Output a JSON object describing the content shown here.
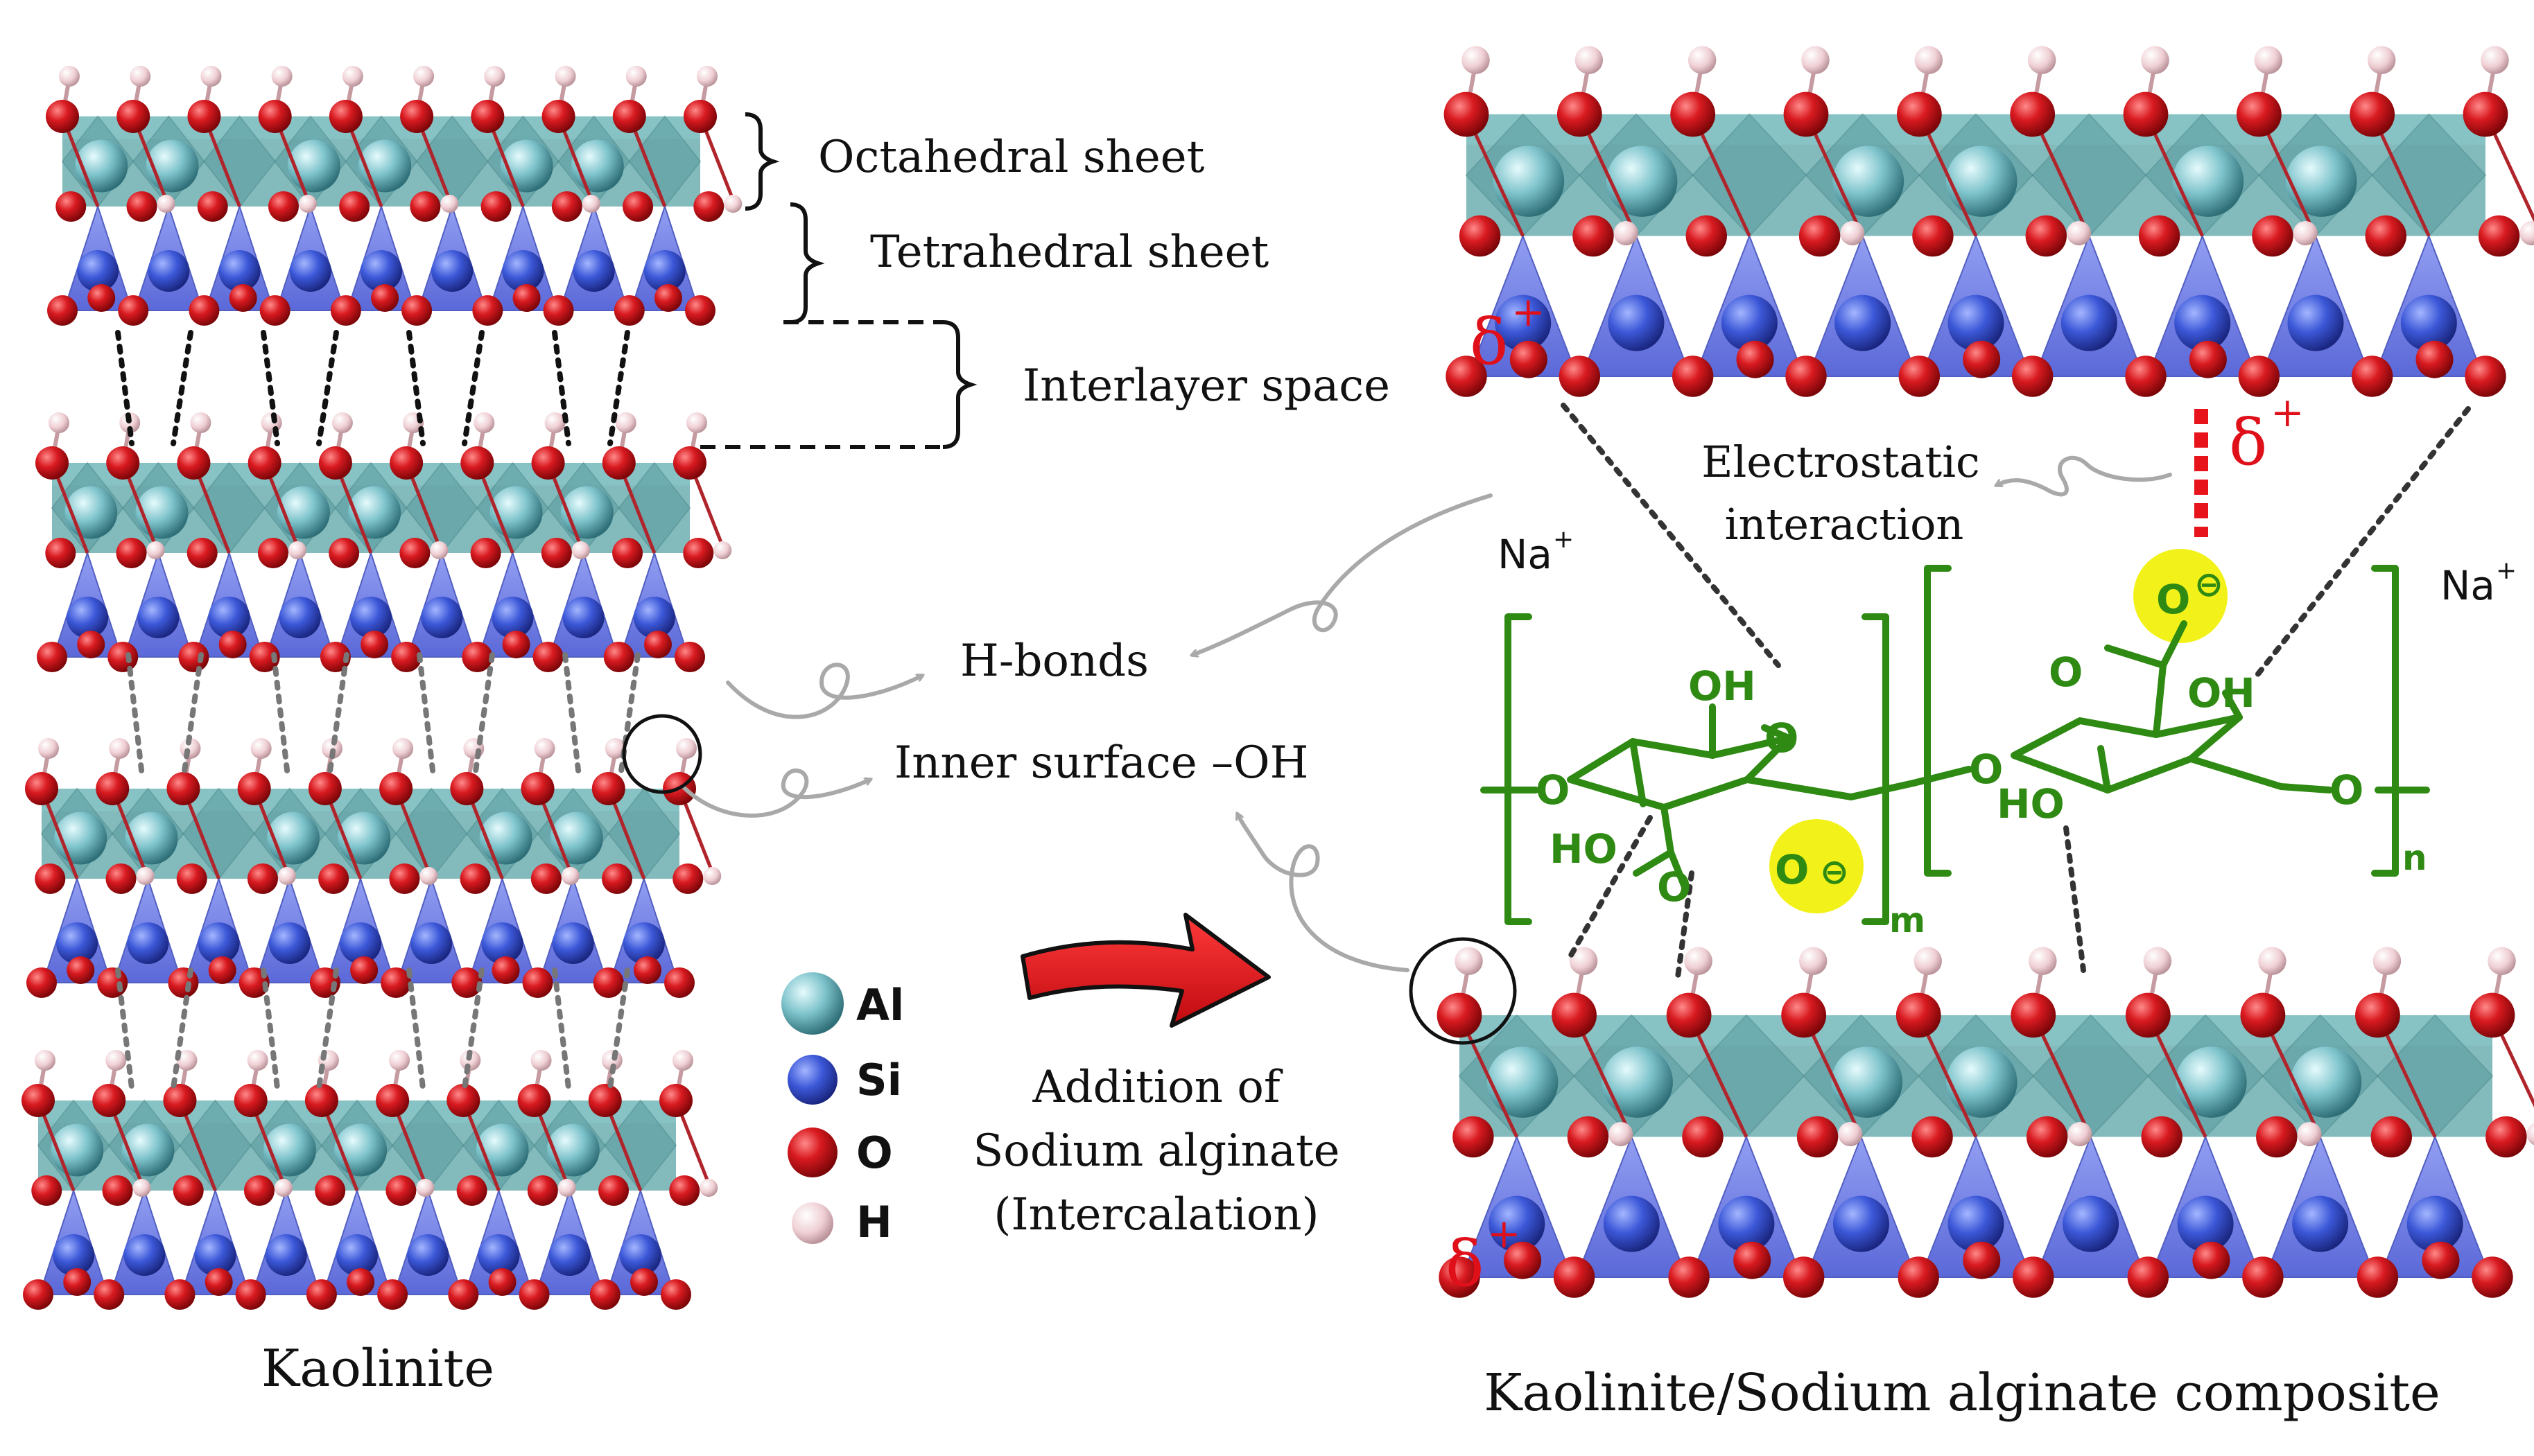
{
  "left_panel": {
    "caption": "Kaolinite",
    "labels": {
      "octahedral": "Octahedral sheet",
      "tetrahedral": "Tetrahedral sheet",
      "interlayer": "Interlayer space",
      "hbonds": "H-bonds",
      "inner_oh": "Inner surface –OH"
    }
  },
  "legend": [
    {
      "symbol": "Al",
      "color": "#7fc4cc"
    },
    {
      "symbol": "Si",
      "color": "#3c58d8"
    },
    {
      "symbol": "O",
      "color": "#d0151c"
    },
    {
      "symbol": "H",
      "color": "#f0d2d6"
    }
  ],
  "arrow": {
    "line1": "Addition of",
    "line2": "Sodium alginate",
    "line3": "(Intercalation)"
  },
  "right_panel": {
    "caption": "Kaolinite/Sodium alginate composite",
    "electrostatic_line1": "Electrostatic",
    "electrostatic_line2": "interaction",
    "delta": "δ",
    "delta_sup": "+",
    "na": "Na",
    "na_sup": "+",
    "alginate": {
      "oh": "OH",
      "ho": "HO",
      "o": "O",
      "minus": "⊖",
      "sub_m": "m",
      "sub_n": "n"
    }
  },
  "colors": {
    "octahedral": "#5aa3a6",
    "tetrahedral": "#4a5ad8",
    "oxygen": "#d0151c",
    "hydrogen": "#f0d2d6",
    "aluminum": "#7fc4cc",
    "alginate": "#2e8a12",
    "highlight": "#f2f21a",
    "arrow_red": "#e8141c"
  }
}
